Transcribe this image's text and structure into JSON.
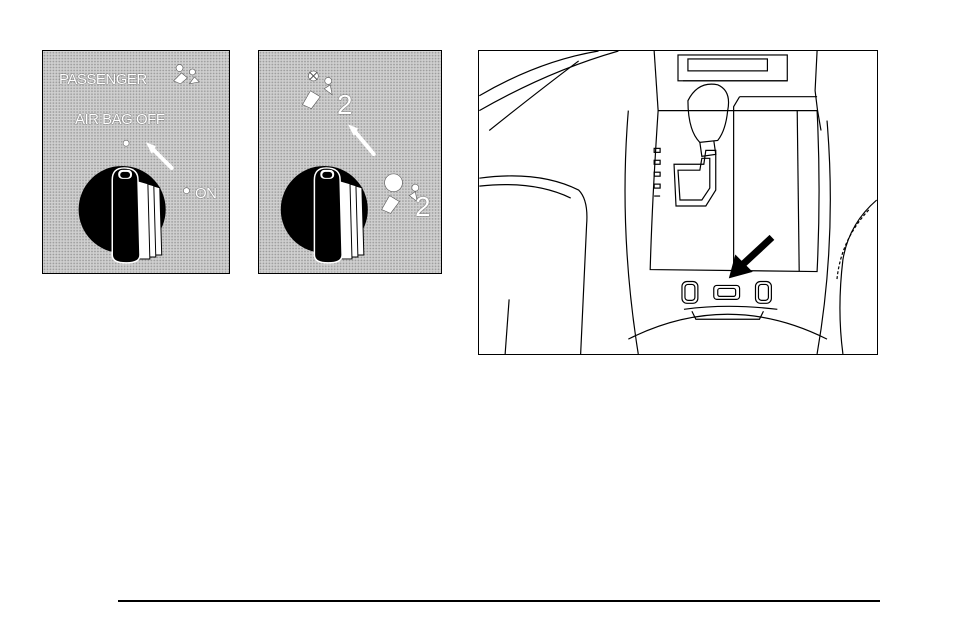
{
  "switch_off_panel": {
    "label_passenger": "PASSENGER",
    "label_airbag_off": "AIR BAG OFF",
    "label_on": "ON",
    "icon": "passenger-airbag-icon"
  },
  "switch_on_panel": {
    "label_2_top": "2",
    "label_2_bottom": "2",
    "icon_top": "airbag-off-seat-2-icon",
    "icon_bottom": "airbag-on-seat-2-icon"
  },
  "console_panel": {
    "icon": "arrow-icon"
  },
  "colors": {
    "halftone": "#c8c8c8",
    "ink": "#000000"
  }
}
